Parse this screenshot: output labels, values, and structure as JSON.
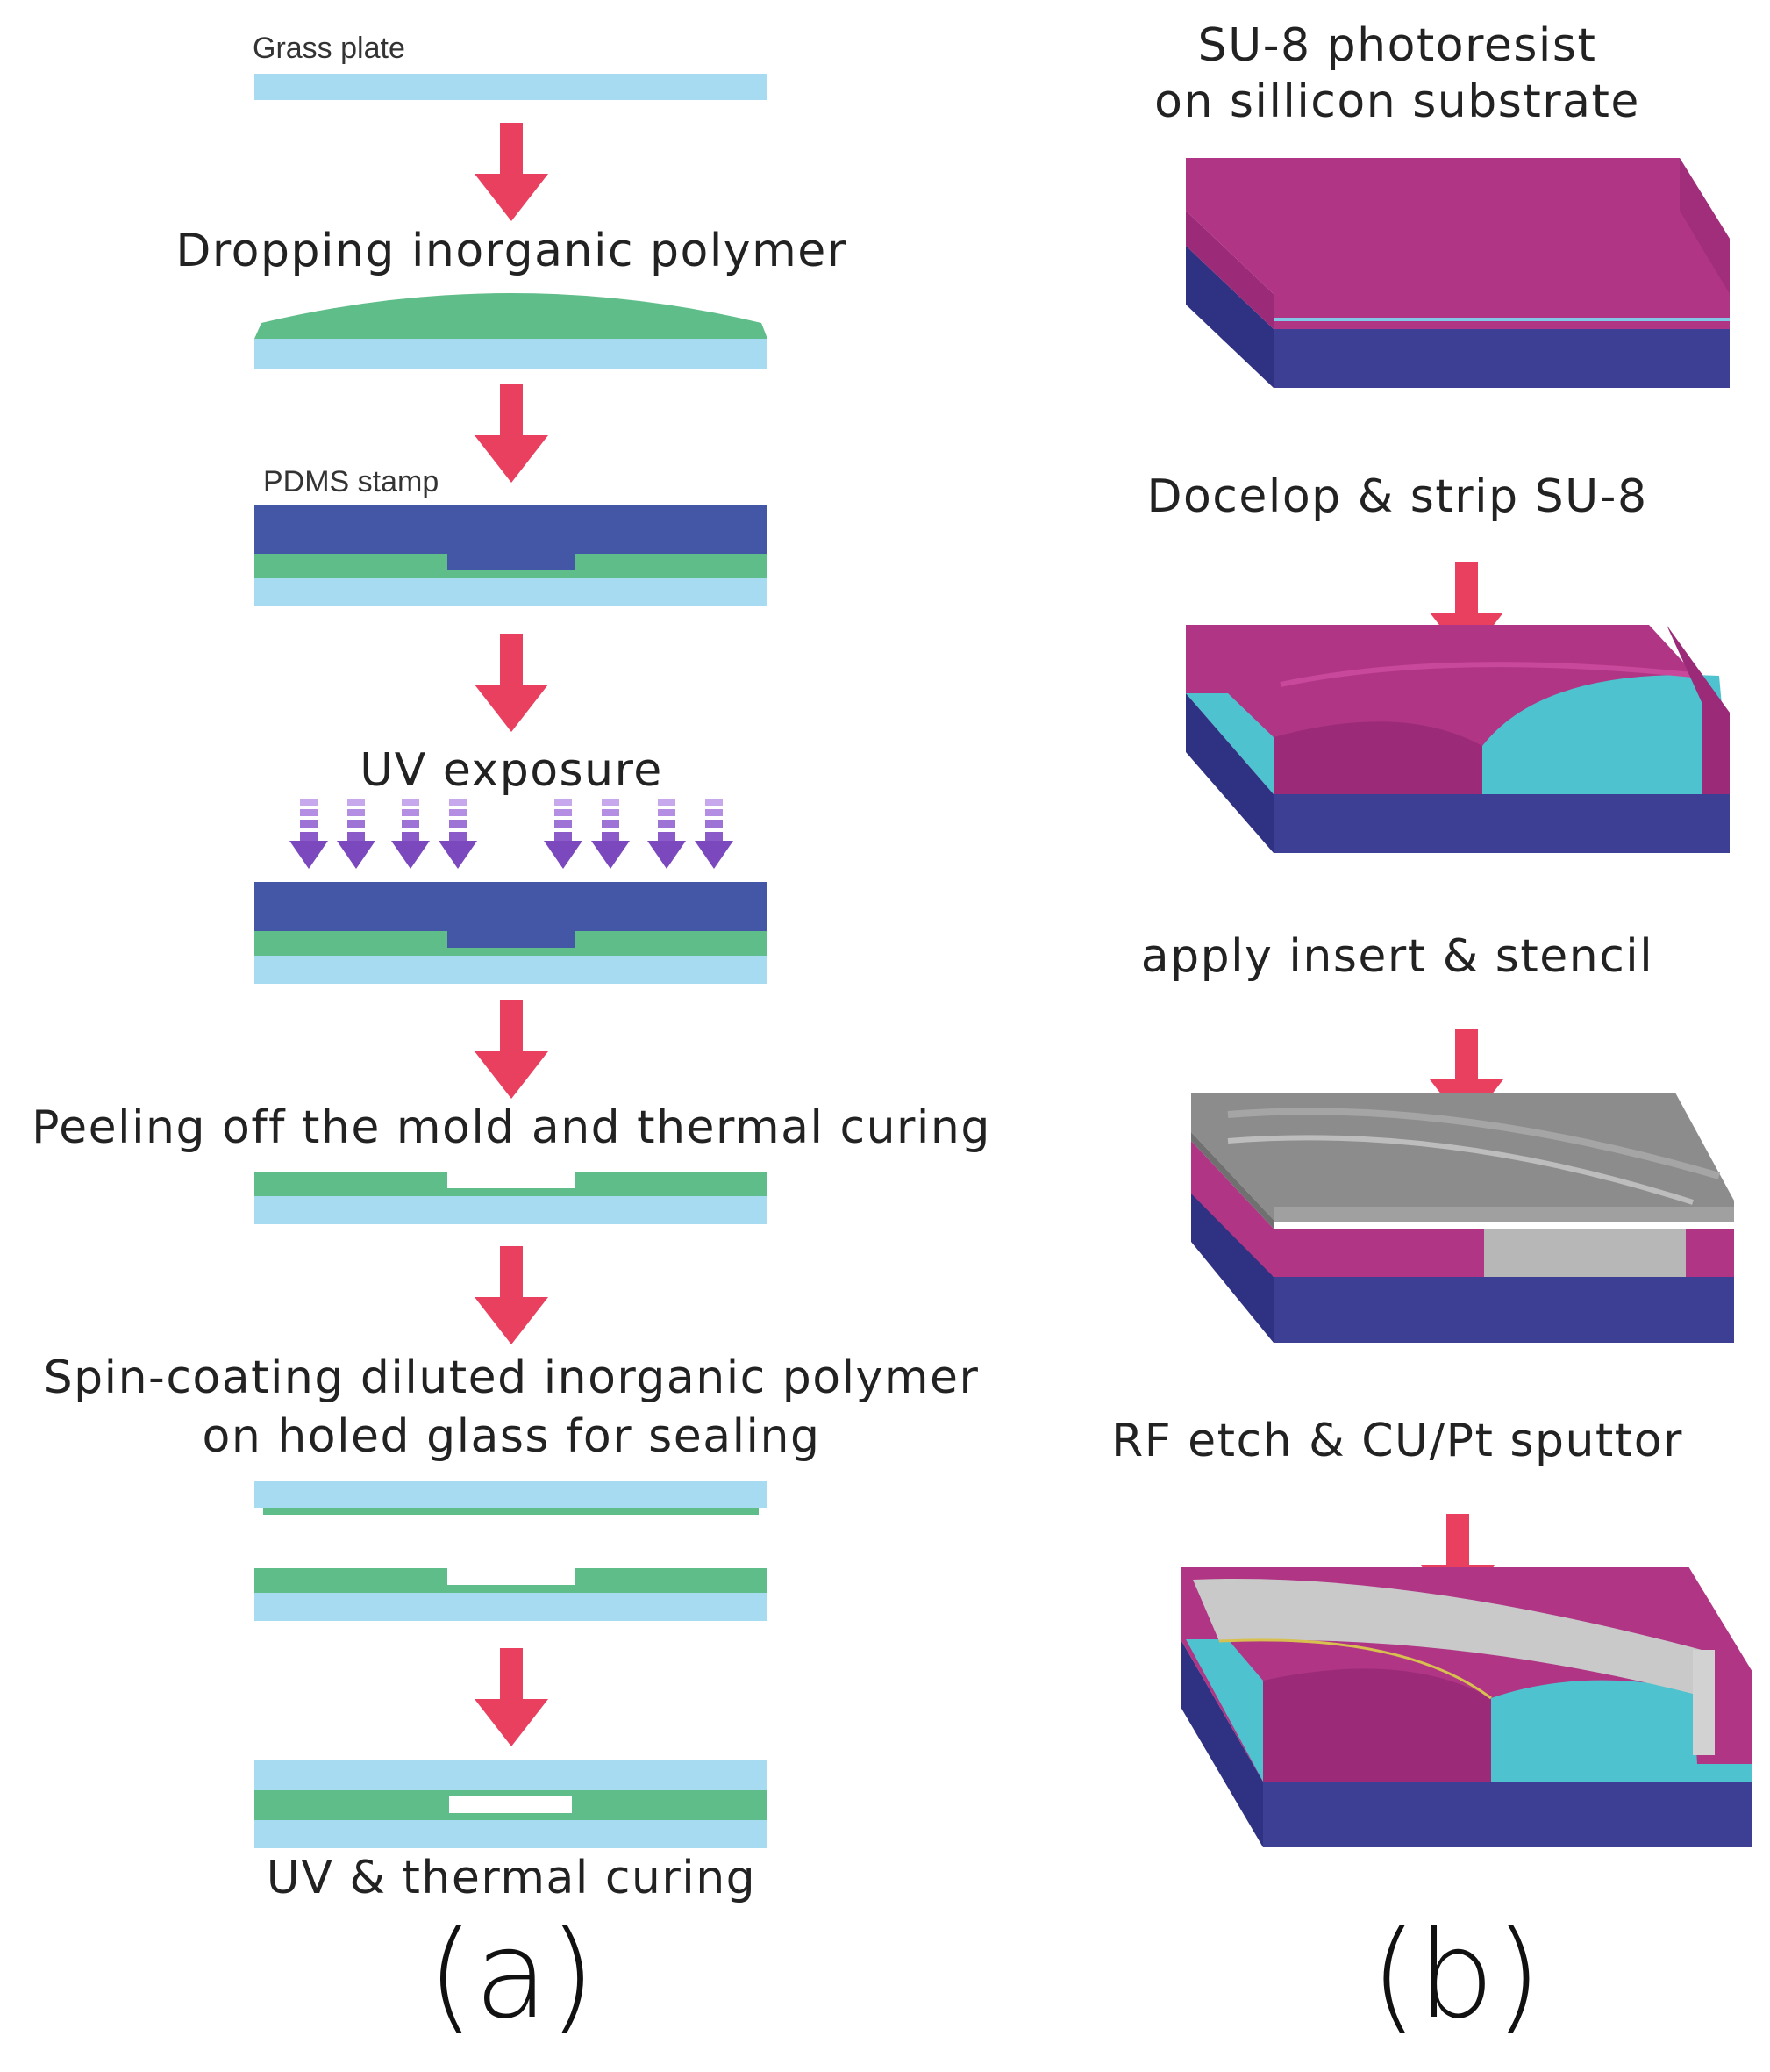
{
  "colors": {
    "glass": "#a7dbf1",
    "polymer": "#5fbd8a",
    "pdms": "#4457a6",
    "arrow": "#e9405f",
    "uv_arrow": "#8b5bc9",
    "su8": "#b03585",
    "su8_side": "#9b2b78",
    "silicon": "#3c3f94",
    "exposed": "#4fc2cf",
    "metal": "#9a9a9a"
  },
  "panel_a": {
    "label": "(a)",
    "steps": {
      "glass_plate": "Grass plate",
      "dropping": "Dropping inorganic polymer",
      "pdms": "PDMS stamp",
      "uv_exposure": "UV exposure",
      "peeling": "Peeling off the mold and thermal curing",
      "spin_line1": "Spin-coating diluted inorganic polymer",
      "spin_line2": "on holed glass for sealing",
      "final": "UV & thermal curing"
    }
  },
  "panel_b": {
    "label": "(b)",
    "steps": {
      "su8_line1": "SU-8 photoresist",
      "su8_line2": "on sillicon substrate",
      "develop": "Docelop & strip SU-8",
      "insert": "apply insert & stencil",
      "etch": "RF etch & CU/Pt sputtor"
    }
  }
}
